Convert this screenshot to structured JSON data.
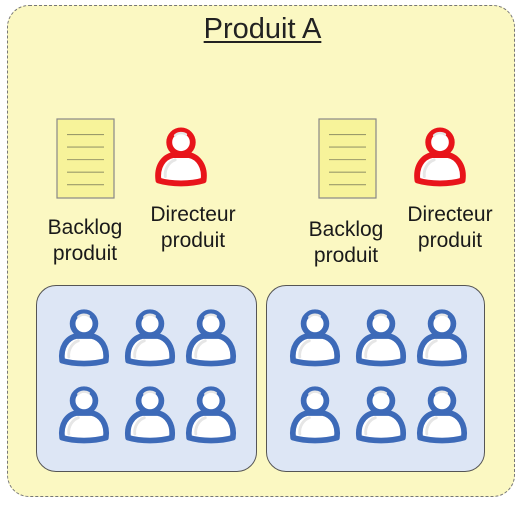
{
  "product": {
    "title": "Produit A"
  },
  "teams": [
    {
      "backlog_label": [
        "Backlog",
        "produit"
      ],
      "director_label": [
        "Directeur",
        "produit"
      ],
      "member_count": 6
    },
    {
      "backlog_label": [
        "Backlog",
        "produit"
      ],
      "director_label": [
        "Directeur",
        "produit"
      ],
      "member_count": 6
    }
  ],
  "colors": {
    "product_background": "#fbf8c2",
    "team_background": "#dde6f5",
    "director_outline": "#e8141a",
    "member_outline": "#3d6ab8",
    "backlog_fill": "#f7f39a"
  },
  "icons": {
    "backlog": "backlog-document-icon",
    "director": "person-icon",
    "member": "person-icon"
  }
}
